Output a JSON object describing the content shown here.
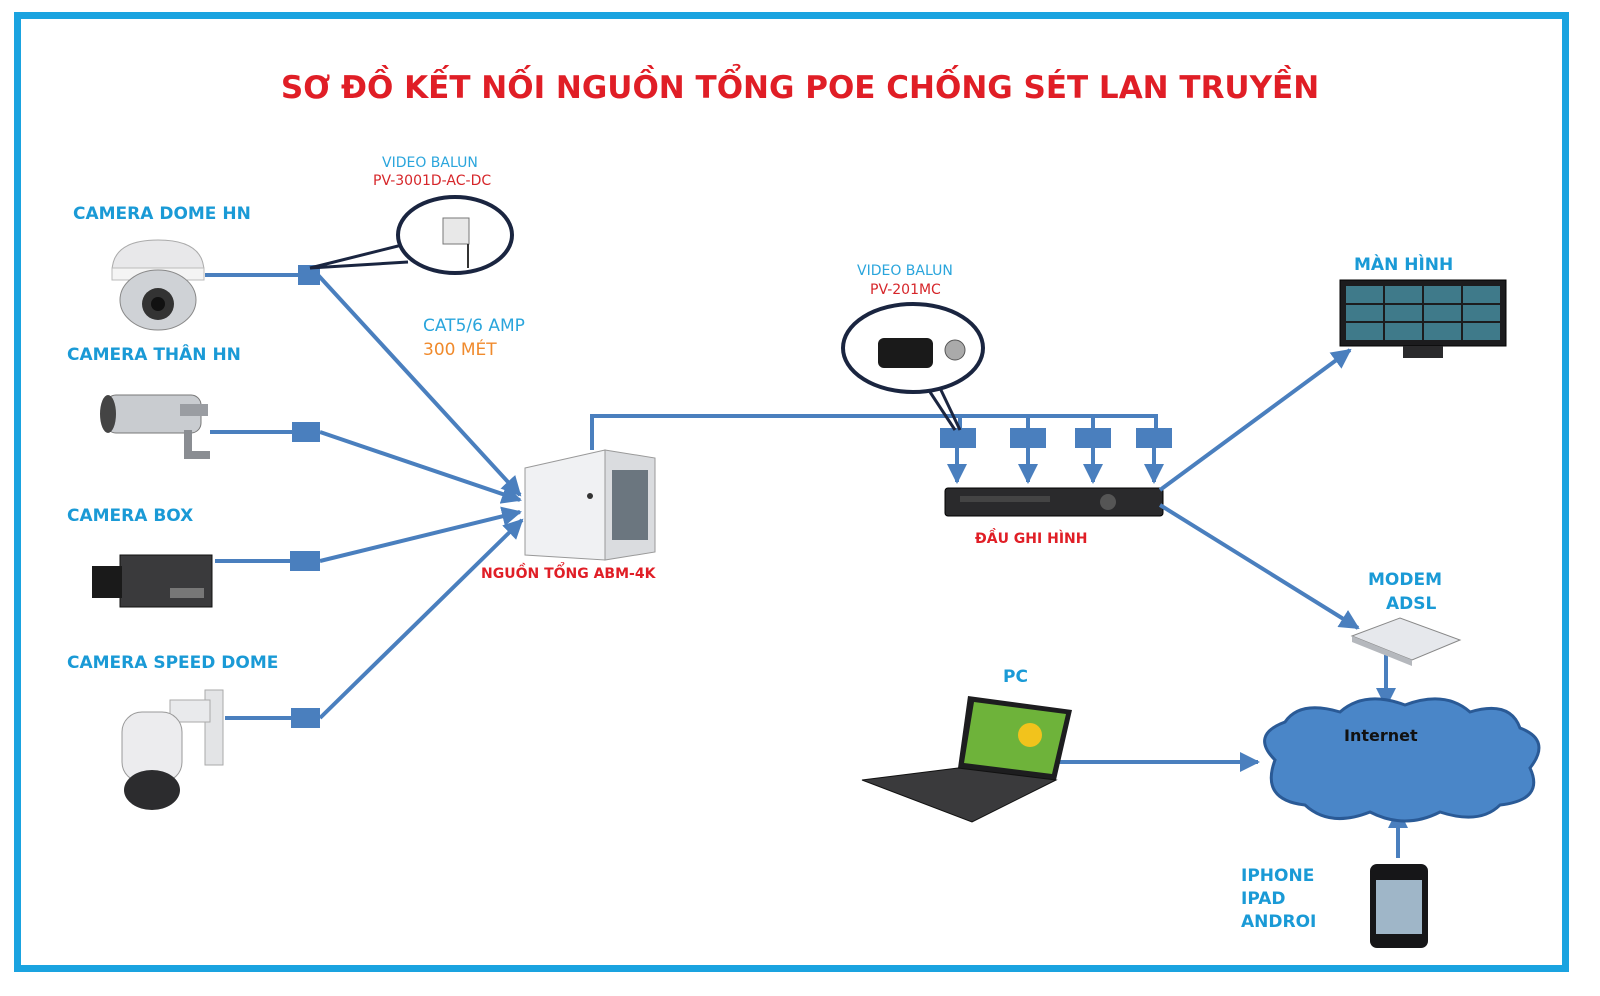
{
  "title": "SƠ ĐỒ KẾT NỐI  NGUỒN TỔNG POE CHỐNG SÉT LAN TRUYỀN",
  "colors": {
    "frame": "#1aa3e0",
    "line": "#4a7fbe",
    "label": "#1a9ad6",
    "title": "#e01e26",
    "orange": "#f08a2c"
  },
  "cameras": [
    {
      "label": "CAMERA DOME HN"
    },
    {
      "label": "CAMERA THÂN HN"
    },
    {
      "label": "CAMERA BOX"
    },
    {
      "label": "CAMERA SPEED DOME"
    }
  ],
  "balun1": {
    "line1": "VIDEO BALUN",
    "line2": "PV-3001D-AC-DC"
  },
  "balun2": {
    "line1": "VIDEO BALUN",
    "line2": "PV-201MC"
  },
  "cable": {
    "line1": "CAT5/6 AMP",
    "line2": "300 MÉT"
  },
  "power_supply": {
    "label": "NGUỒN TỔNG ABM-4K"
  },
  "recorder": {
    "label": "ĐẦU GHI HÌNH"
  },
  "monitor": {
    "label": "MÀN HÌNH"
  },
  "modem": {
    "line1": "MODEM",
    "line2": "ADSL"
  },
  "pc": {
    "label": "PC"
  },
  "internet": {
    "label": "Internet"
  },
  "mobile": {
    "line1": "IPHONE",
    "line2": "IPAD",
    "line3": "ANDROI"
  }
}
